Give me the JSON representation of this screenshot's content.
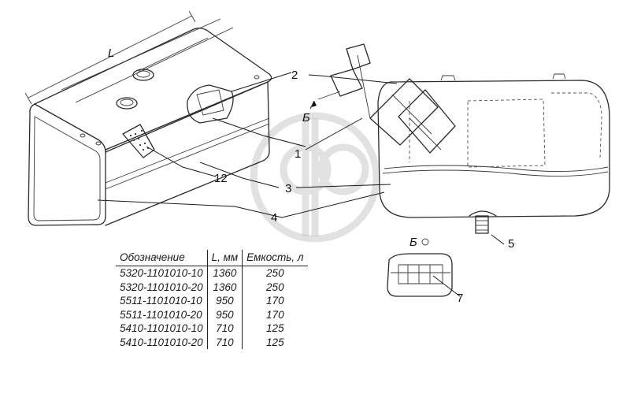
{
  "diagram": {
    "dimension_label": "L",
    "view_label": "Б",
    "view_label_detail": "Б",
    "callouts": [
      "1",
      "2",
      "3",
      "4",
      "5",
      "7",
      "12"
    ]
  },
  "table": {
    "headers": [
      "Обозначение",
      "L, мм",
      "Емкость, л"
    ],
    "rows": [
      [
        "5320-1101010-10",
        "1360",
        "250"
      ],
      [
        "5320-1101010-20",
        "1360",
        "250"
      ],
      [
        "5511-1101010-10",
        "950",
        "170"
      ],
      [
        "5511-1101010-20",
        "950",
        "170"
      ],
      [
        "5410-1101010-10",
        "710",
        "125"
      ],
      [
        "5410-1101010-20",
        "710",
        "125"
      ]
    ]
  }
}
